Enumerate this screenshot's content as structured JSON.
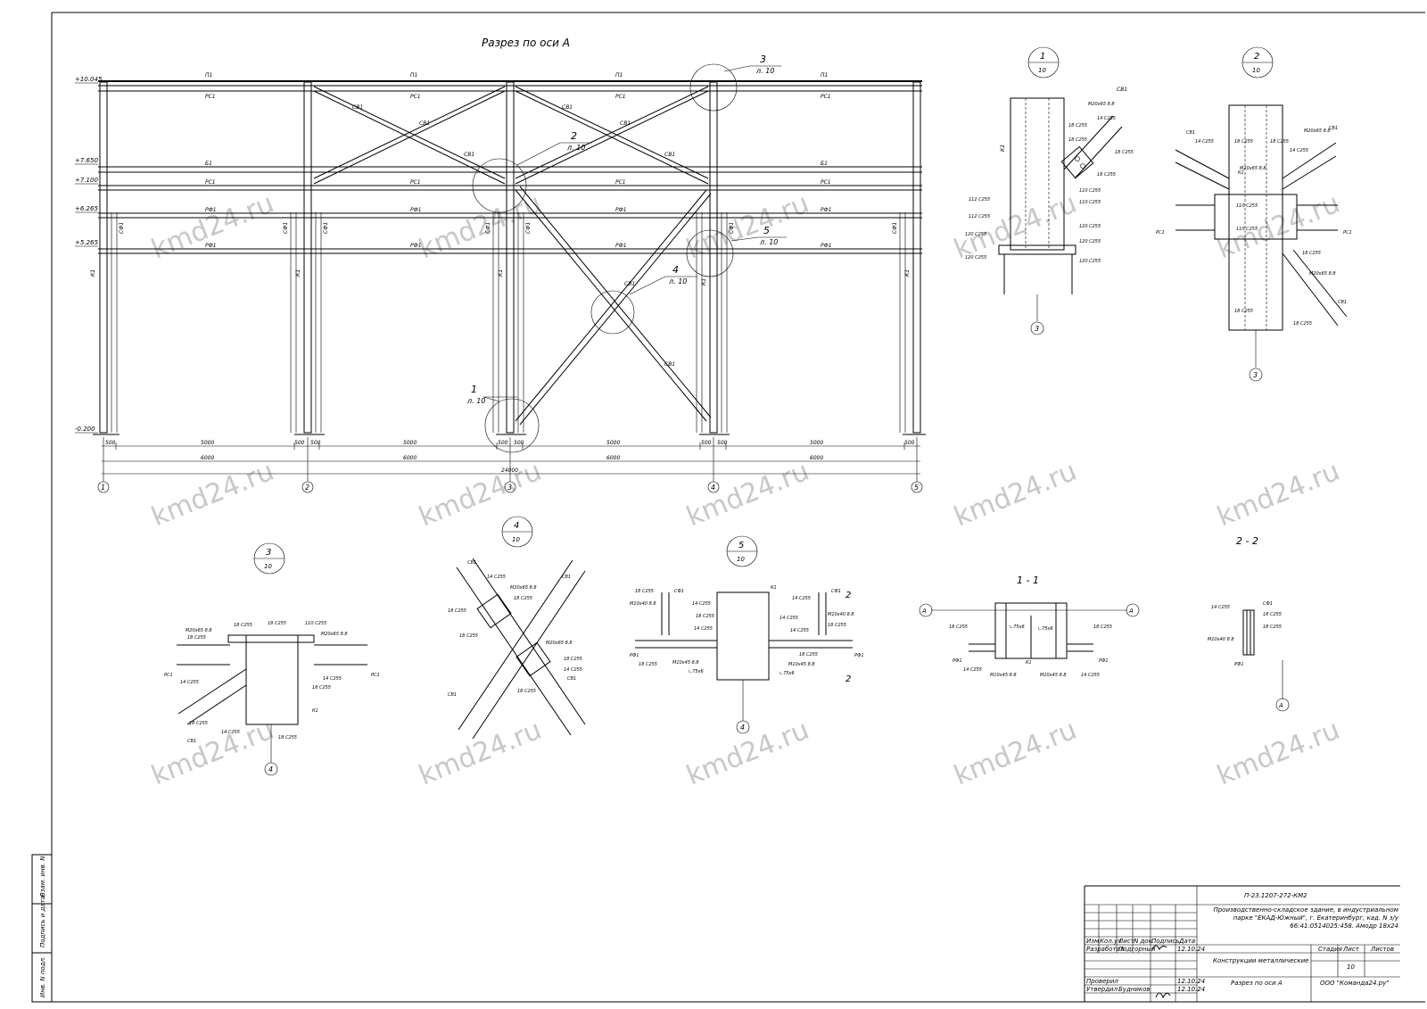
{
  "section": {
    "title": "Разрез по оси А",
    "levels": [
      "+10.045",
      "+7.650",
      "+7.100",
      "+6.265",
      "+5.265",
      "-0.200"
    ],
    "axes": [
      "1",
      "2",
      "3",
      "4",
      "5"
    ],
    "spans": [
      "500",
      "5000",
      "500",
      "500",
      "5000",
      "500",
      "500",
      "5000",
      "500",
      "500",
      "5000",
      "500"
    ],
    "bays": [
      "6000",
      "6000",
      "6000",
      "6000"
    ],
    "total": "24000",
    "members": {
      "p1": "П1",
      "pc1": "РС1",
      "b1": "Б1",
      "pf1": "РФ1",
      "sv1": "СВ1",
      "sf1": "СФ1",
      "k1": "К1"
    },
    "callouts": [
      {
        "num": "3",
        "sheet": "л. 10"
      },
      {
        "num": "2",
        "sheet": "л. 10"
      },
      {
        "num": "5",
        "sheet": "л. 10"
      },
      {
        "num": "4",
        "sheet": "л. 10"
      },
      {
        "num": "1",
        "sheet": "л. 10"
      }
    ]
  },
  "nodes": [
    {
      "num": "1",
      "sheet": "10",
      "axis": "3"
    },
    {
      "num": "2",
      "sheet": "10",
      "axis": "3"
    },
    {
      "num": "3",
      "sheet": "10",
      "axis": "4"
    },
    {
      "num": "4",
      "sheet": "10"
    },
    {
      "num": "5",
      "sheet": "10",
      "axis": "4"
    }
  ],
  "cuts": [
    {
      "title": "1 - 1",
      "axis": "А"
    },
    {
      "title": "2 - 2",
      "axis": "А"
    }
  ],
  "node_labels": {
    "bolt_m20": "М20х65 8.8",
    "bolt_m10a": "М10х40 8.8",
    "bolt_m10b": "М10х45 8.8",
    "w14": "14 С255",
    "w18": "18 С255",
    "w110": "110 С255",
    "w112": "112 С255",
    "w120": "120 С255",
    "angle": "∟75х6",
    "sec2": "2"
  },
  "watermark": "kmd24.ru",
  "side_stamp": [
    "Взам. инв. N",
    "Подпись и дата",
    "Инв. N подл."
  ],
  "title_block": {
    "code": "П-23.1207-272-КМ2",
    "project": "Производственно-складское здание, в индустриальном парке \"ЕКАД-Южный\", г. Екатеринбург, кад. N з/у 66:41:0514025:458. Амодр 18х24",
    "col_headers": [
      "Изм",
      "Кол.уч",
      "Лист",
      "N док.",
      "Подпись",
      "Дата"
    ],
    "rows": [
      {
        "role": "Разработал",
        "name": "Подгорный",
        "date": "12.10.24"
      },
      {
        "role": "Проверил",
        "name": "",
        "date": "12.10.24"
      },
      {
        "role": "Утвердил",
        "name": "Будников",
        "date": "12.10.24"
      }
    ],
    "discipline": "Конструкции металлические",
    "sheet_title": "Разрез по оси А",
    "stage_h": "Стадия",
    "sheet_h": "Лист",
    "sheets_h": "Листов",
    "sheet_no": "10",
    "company": "ООО \"Команда24.ру\""
  }
}
